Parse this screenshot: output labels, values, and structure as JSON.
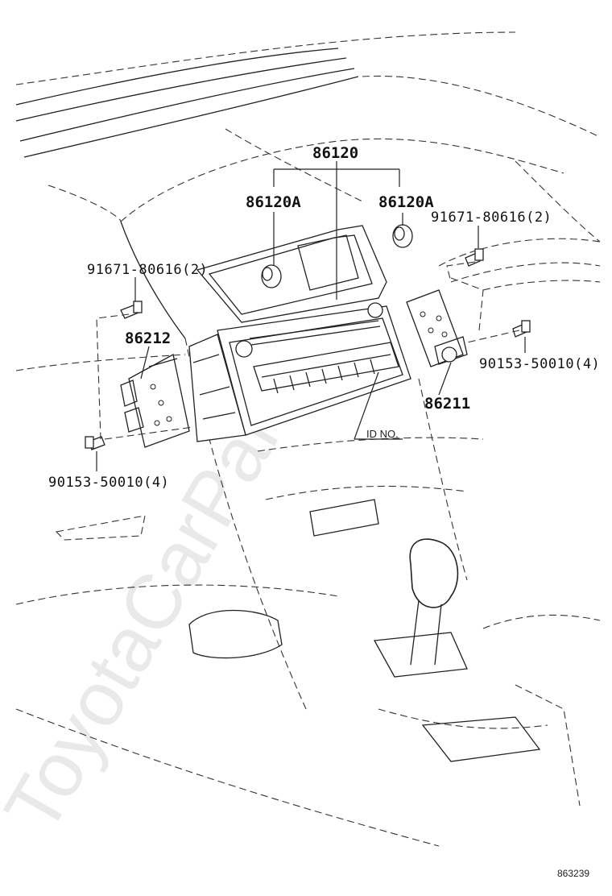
{
  "diagram_number": "863239",
  "watermark": "ToyotaCarPart.ru",
  "labels": {
    "main_unit": "86120",
    "knob_left": "86120A",
    "knob_right": "86120A",
    "screw_top_right": "91671-80616(2)",
    "screw_top_left": "91671-80616(2)",
    "bracket_left": "86212",
    "bracket_right": "86211",
    "bolt_right": "90153-50010(4)",
    "bolt_left": "90153-50010(4)",
    "id_tag": "ID NO."
  }
}
